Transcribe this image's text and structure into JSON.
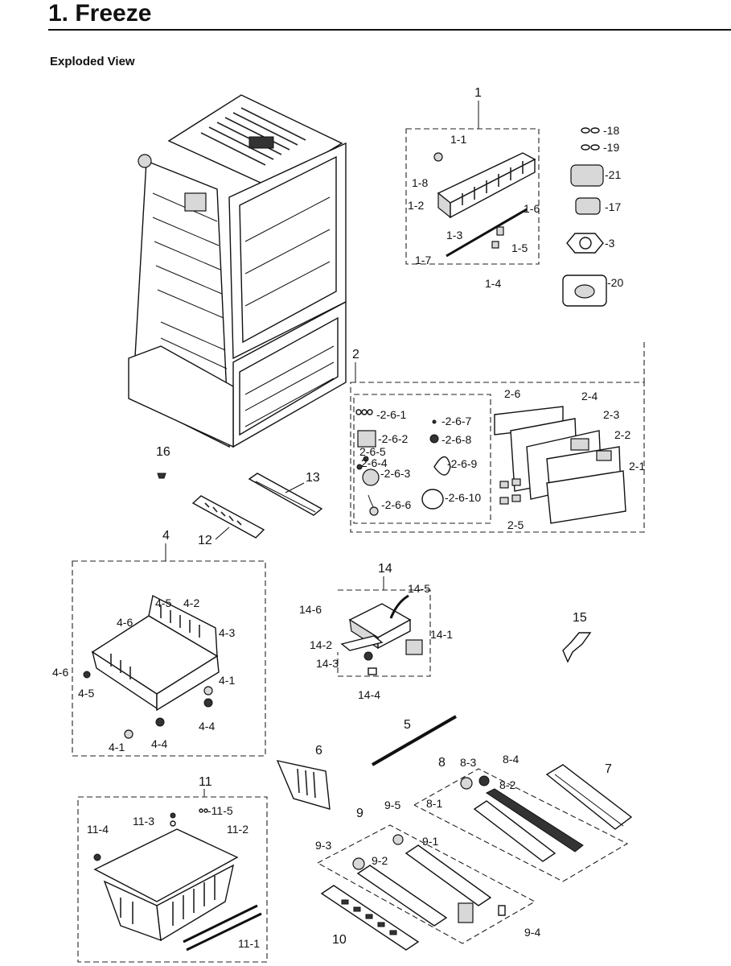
{
  "header": {
    "title": "1.  Freeze",
    "subtitle": "Exploded View"
  },
  "labels": {
    "p1": "1",
    "p1_1": "1-1",
    "p1_2": "1-2",
    "p1_3": "1-3",
    "p1_4": "1-4",
    "p1_5": "1-5",
    "p1_6": "1-6",
    "p1_7": "1-7",
    "p1_8": "1-8",
    "p18": "-18",
    "p19": "-19",
    "p21": "-21",
    "p17": "-17",
    "p3": "-3",
    "p20": "-20",
    "p2": "2",
    "p2_1": "2-1",
    "p2_2": "2-2",
    "p2_3": "2-3",
    "p2_4": "2-4",
    "p2_5": "2-5",
    "p2_6": "2-6",
    "p2_6_1": "-2-6-1",
    "p2_6_2": "-2-6-2",
    "p2_6_3": "-2-6-3",
    "p2_6_4": "2-6-4",
    "p2_6_5": "2-6-5",
    "p2_6_6": "-2-6-6",
    "p2_6_7": "-2-6-7",
    "p2_6_8": "-2-6-8",
    "p2_6_9": "-2-6-9",
    "p2_6_10": "-2-6-10",
    "p16": "16",
    "p13": "13",
    "p12": "12",
    "p4": "4",
    "p4_1a": "4-1",
    "p4_1b": "4-1",
    "p4_2": "4-2",
    "p4_3": "4-3",
    "p4_4a": "4-4",
    "p4_4b": "4-4",
    "p4_5a": "4-5",
    "p4_5b": "4-5",
    "p4_6a": "4-6",
    "p4_6b": "4-6",
    "p14": "14",
    "p14_1": "14-1",
    "p14_2": "14-2",
    "p14_3": "14-3",
    "p14_4": "14-4",
    "p14_5": "14-5",
    "p14_6": "14-6",
    "p15": "15",
    "p5": "5",
    "p6": "6",
    "p7": "7",
    "p8": "8",
    "p8_1": "8-1",
    "p8_2": "8-2",
    "p8_3": "8-3",
    "p8_4": "8-4",
    "p9": "9",
    "p9_1": "9-1",
    "p9_2": "9-2",
    "p9_3": "9-3",
    "p9_4": "9-4",
    "p9_5": "9-5",
    "p10": "10",
    "p11": "11",
    "p11_1": "11-1",
    "p11_2": "11-2",
    "p11_3": "11-3",
    "p11_4": "11-4",
    "p11_5": "-11-5"
  }
}
